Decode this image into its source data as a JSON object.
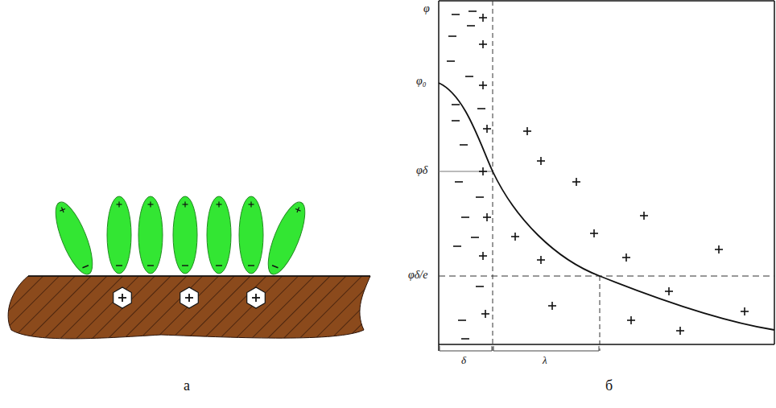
{
  "diagram": {
    "labels": [
      "φ",
      "φ₀",
      "φδ",
      "φδ/e",
      "δ",
      "λ",
      "а",
      "б"
    ]
  }
}
